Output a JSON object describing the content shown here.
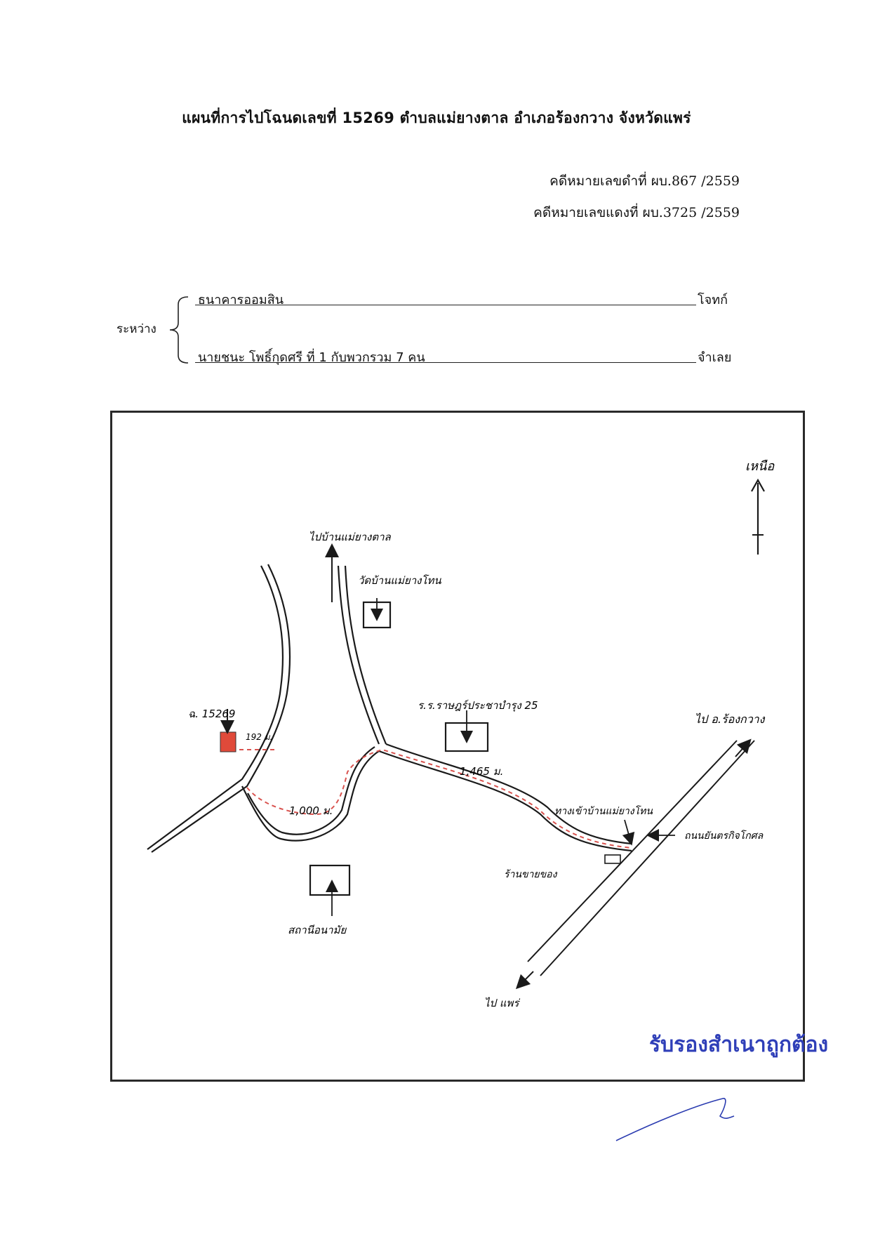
{
  "document": {
    "title": "แผนที่การไปโฉนดเลขที่ 15269  ตำบลแม่ยางตาล  อำเภอร้องกวาง  จังหวัดแพร่",
    "case_black": "คดีหมายเลขดำที่ ผบ.867 /2559",
    "case_red": "คดีหมายเลขแดงที่  ผบ.3725 /2559",
    "between_label": "ระหว่าง",
    "plaintiff_name": "ธนาคารออมสิน",
    "plaintiff_role": "โจทก์",
    "defendant_name": "นายชนะ  โพธิ์กุดศรี  ที่ 1 กับพวกรวม  7  คน",
    "defendant_role": "จำเลย"
  },
  "map": {
    "north_label": "เหนือ",
    "label_to_village": "ไปบ้านแม่ยางตาล",
    "label_temple": "วัดบ้านแม่ยางโทน",
    "label_school": "ร.ร.ราษฎร์ประชาบำรุง 25",
    "label_to_rongkwang": "ไป อ.ร้องกวาง",
    "label_deed": "ฉ. 15269",
    "label_dist_192": "192 ม.",
    "label_dist_1000": "1,000 ม.",
    "label_dist_1465": "1,465 ม.",
    "label_junction": "ทางเข้าบ้านแม่ยางโทน",
    "label_highway": "ถนนยันตรกิจโกศล",
    "label_shop": "ร้านขายของ",
    "label_health": "สถานีอนามัย",
    "label_to_phrae": "ไป แพร่",
    "stamp_text": "รับรองสำเนาถูกต้อง",
    "colors": {
      "ink": "#1a1a1a",
      "route": "#d9534f",
      "deed": "#e04a3a",
      "stamp": "#2f3fb8",
      "signature": "#2a3bb0"
    }
  }
}
